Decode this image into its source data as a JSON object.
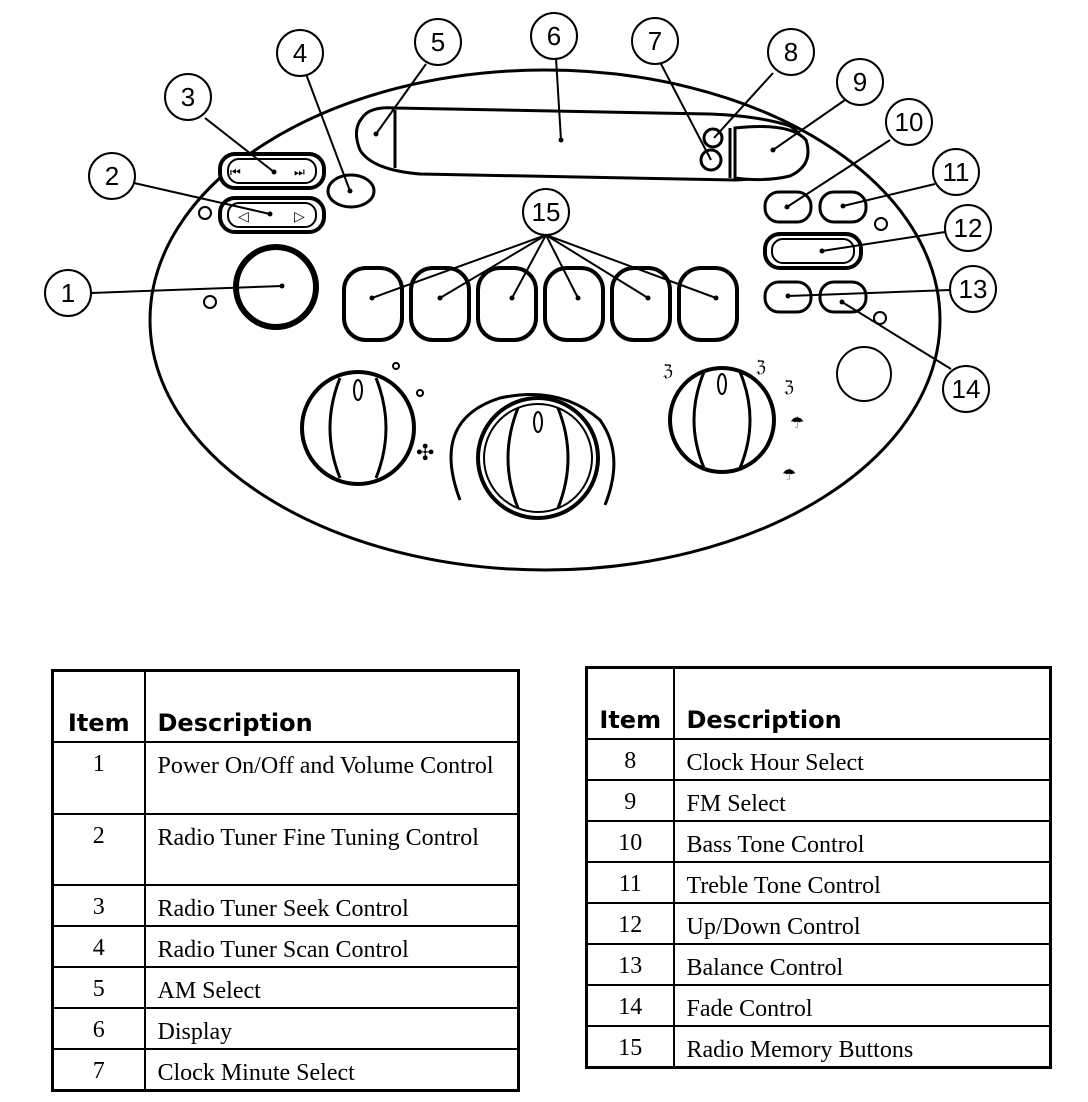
{
  "callouts": [
    "1",
    "2",
    "3",
    "4",
    "5",
    "6",
    "7",
    "8",
    "9",
    "10",
    "11",
    "12",
    "13",
    "14",
    "15"
  ],
  "legend": {
    "item_header": "Item",
    "description_header": "Description",
    "left_rows": [
      {
        "item": "1",
        "description": "Power On/Off and Volume Control"
      },
      {
        "item": "2",
        "description": "Radio Tuner Fine Tuning Control"
      },
      {
        "item": "3",
        "description": "Radio Tuner Seek Control"
      },
      {
        "item": "4",
        "description": "Radio Tuner Scan Control"
      },
      {
        "item": "5",
        "description": "AM Select"
      },
      {
        "item": "6",
        "description": "Display"
      },
      {
        "item": "7",
        "description": "Clock Minute Select"
      }
    ],
    "right_rows": [
      {
        "item": "8",
        "description": "Clock Hour Select"
      },
      {
        "item": "9",
        "description": "FM Select"
      },
      {
        "item": "10",
        "description": "Bass Tone Control"
      },
      {
        "item": "11",
        "description": "Treble Tone Control"
      },
      {
        "item": "12",
        "description": "Up/Down Control"
      },
      {
        "item": "13",
        "description": "Balance Control"
      },
      {
        "item": "14",
        "description": "Fade Control"
      },
      {
        "item": "15",
        "description": "Radio Memory Buttons"
      }
    ]
  },
  "icons": {
    "seek_rewind": "rewind-icon",
    "seek_forward": "fast-forward-icon",
    "tune_down": "arrow-left-icon",
    "tune_up": "arrow-right-icon",
    "fan": "fan-icon",
    "airflow": "airflow-mode-icons"
  }
}
